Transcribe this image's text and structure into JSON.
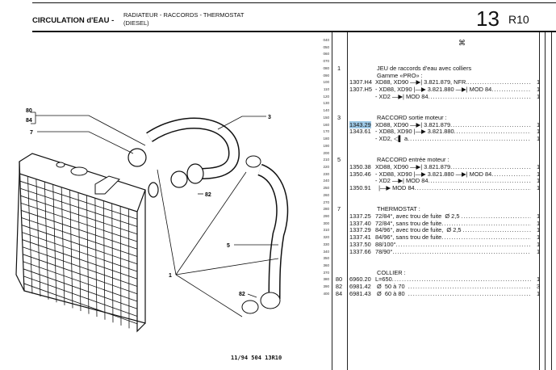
{
  "header": {
    "title": "CIRCULATION d'EAU -",
    "subtitle_line1": "RADIATEUR - RACCORDS - THERMOSTAT",
    "subtitle_line2": "(DIESEL)",
    "page_number": "13",
    "page_code": "R10"
  },
  "symbol": "⌘",
  "line_numbers": [
    "040",
    "050",
    "060",
    "070",
    "080",
    "090",
    "100",
    "110",
    "120",
    "130",
    "140",
    "150",
    "160",
    "170",
    "180",
    "190",
    "200",
    "210",
    "220",
    "230",
    "240",
    "250",
    "260",
    "270",
    "280",
    "290",
    "300",
    "310",
    "320",
    "330",
    "340",
    "350",
    "360",
    "370",
    "380",
    "390",
    "400"
  ],
  "rows": [
    {
      "line": 4,
      "ref": "1",
      "heading": "JEU de raccords d'eau avec colliers"
    },
    {
      "line": 5,
      "heading": " Gamme «PRO» :"
    },
    {
      "line": 6,
      "pn": "1307.H4",
      "desc": "XD88, XD90 —▶| 3.821.879, NFR.",
      "qty": "1"
    },
    {
      "line": 7,
      "pn": "1307.H5",
      "desc": "- XD88, XD90 |—▶ 3.821.880 —▶| MOD 84",
      "qty": "1"
    },
    {
      "line": 8,
      "desc": "- XD2 —▶| MOD 84",
      "qty": "1"
    },
    {
      "line": 11,
      "ref": "3",
      "heading": "RACCORD sortie moteur :"
    },
    {
      "line": 12,
      "pn": "1343.29",
      "hl": true,
      "desc": "XD88, XD90 —▶| 3.821.879",
      "qty": "1"
    },
    {
      "line": 13,
      "pn": "1343.61",
      "desc": "- XD88, XD90 |—▶ 3.821.880",
      "qty": "1"
    },
    {
      "line": 14,
      "desc": "- XD2, ◁▌ a",
      "qty": "1"
    },
    {
      "line": 17,
      "ref": "5",
      "heading": "RACCORD entrée moteur :"
    },
    {
      "line": 18,
      "pn": "1350.38",
      "desc": "XD88, XD90 —▶| 3.821.879",
      "qty": "1"
    },
    {
      "line": 19,
      "pn": "1350.46",
      "desc": "- XD88, XD90 |—▶ 3.821.880 —▶| MOD 84",
      "qty": "1"
    },
    {
      "line": 20,
      "desc": "- XD2 —▶| MOD 84",
      "qty": "1"
    },
    {
      "line": 21,
      "pn": "1350.91",
      "desc": "  |—▶ MOD 84",
      "qty": "1"
    },
    {
      "line": 24,
      "ref": "7",
      "heading": "THERMOSTAT :"
    },
    {
      "line": 25,
      "pn": "1337.25",
      "desc": "72/84°, avec trou de fuite  Ø 2,5 ",
      "qty": "1"
    },
    {
      "line": 26,
      "pn": "1337.40",
      "desc": "72/84°, sans trou de fuite",
      "qty": "1"
    },
    {
      "line": 27,
      "pn": "1337.29",
      "desc": "84/96°, avec trou de fuite,  Ø 2,5 ",
      "qty": "1"
    },
    {
      "line": 28,
      "pn": "1337.41",
      "desc": "84/96°, sans trou de fuite",
      "qty": "1"
    },
    {
      "line": 29,
      "pn": "1337.50",
      "desc": "88/100°",
      "qty": "1"
    },
    {
      "line": 30,
      "pn": "1337.66",
      "desc": "78/90°",
      "qty": "1"
    },
    {
      "line": 33,
      "heading": "COLLIER :"
    },
    {
      "line": 34,
      "ref": "80",
      "pn": "6960.20",
      "desc": "L=650",
      "qty": "1"
    },
    {
      "line": 35,
      "ref": "82",
      "pn": "6981.42",
      "desc": " Ø  50 à 70  ",
      "qty": "3"
    },
    {
      "line": 36,
      "ref": "84",
      "pn": "6981.43",
      "desc": " Ø  60 à 80  ",
      "qty": "1"
    }
  ],
  "callouts": {
    "c80": "80",
    "c84": "84",
    "c7": "7",
    "c3": "3",
    "c82a": "82",
    "c5": "5",
    "c1": "1",
    "c82b": "82"
  },
  "footer": "11/94 504 13R10"
}
